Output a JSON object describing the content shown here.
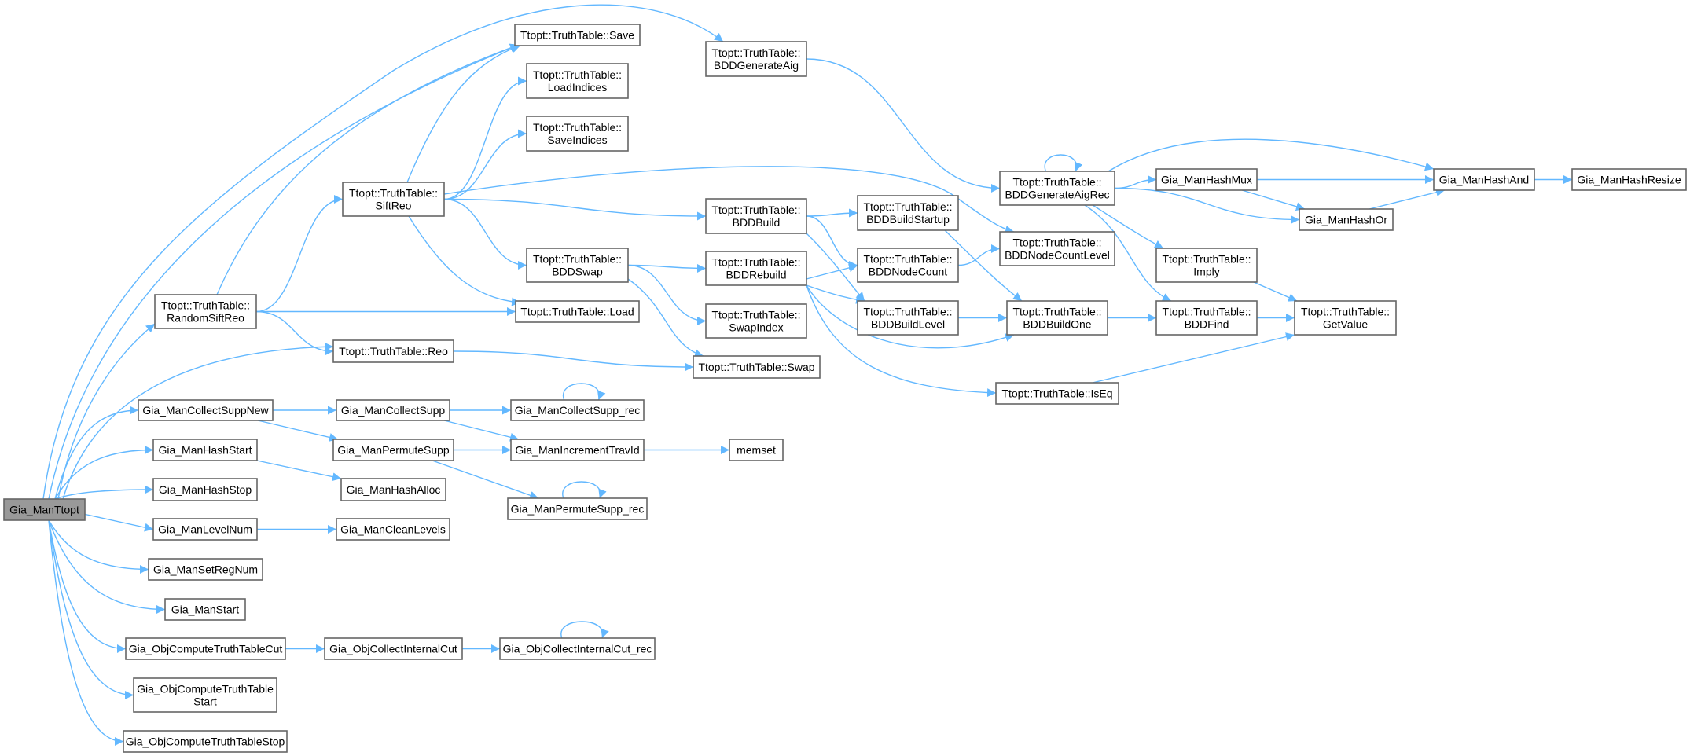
{
  "title": "Call graph of Gia_ManTtopt",
  "colors": {
    "edge": "#63b8ff",
    "node_border": "#666666",
    "root_fill": "#999999",
    "node_fill": "#ffffff"
  },
  "nodes": [
    {
      "id": "ttopt",
      "lines": [
        "Gia_ManTtopt"
      ],
      "root": true
    },
    {
      "id": "save",
      "lines": [
        "Ttopt::TruthTable::Save"
      ]
    },
    {
      "id": "genaig",
      "lines": [
        "Ttopt::TruthTable::",
        "BDDGenerateAig"
      ]
    },
    {
      "id": "loadidx",
      "lines": [
        "Ttopt::TruthTable::",
        "LoadIndices"
      ]
    },
    {
      "id": "saveidx",
      "lines": [
        "Ttopt::TruthTable::",
        "SaveIndices"
      ]
    },
    {
      "id": "siftreo",
      "lines": [
        "Ttopt::TruthTable::",
        "SiftReo"
      ]
    },
    {
      "id": "bddbuild",
      "lines": [
        "Ttopt::TruthTable::",
        "BDDBuild"
      ]
    },
    {
      "id": "bddswap",
      "lines": [
        "Ttopt::TruthTable::",
        "BDDSwap"
      ]
    },
    {
      "id": "rebuild",
      "lines": [
        "Ttopt::TruthTable::",
        "BDDRebuild"
      ]
    },
    {
      "id": "randsift",
      "lines": [
        "Ttopt::TruthTable::",
        "RandomSiftReo"
      ]
    },
    {
      "id": "load",
      "lines": [
        "Ttopt::TruthTable::Load"
      ]
    },
    {
      "id": "swapidx",
      "lines": [
        "Ttopt::TruthTable::",
        "SwapIndex"
      ]
    },
    {
      "id": "reo",
      "lines": [
        "Ttopt::TruthTable::Reo"
      ]
    },
    {
      "id": "swap",
      "lines": [
        "Ttopt::TruthTable::Swap"
      ]
    },
    {
      "id": "genaigrec",
      "lines": [
        "Ttopt::TruthTable::",
        "BDDGenerateAigRec"
      ]
    },
    {
      "id": "hashmux",
      "lines": [
        "Gia_ManHashMux"
      ]
    },
    {
      "id": "hashand",
      "lines": [
        "Gia_ManHashAnd"
      ]
    },
    {
      "id": "hashresize",
      "lines": [
        "Gia_ManHashResize"
      ]
    },
    {
      "id": "hashor",
      "lines": [
        "Gia_ManHashOr"
      ]
    },
    {
      "id": "buildstartup",
      "lines": [
        "Ttopt::TruthTable::",
        "BDDBuildStartup"
      ]
    },
    {
      "id": "nodecountlevel",
      "lines": [
        "Ttopt::TruthTable::",
        "BDDNodeCountLevel"
      ]
    },
    {
      "id": "nodecount",
      "lines": [
        "Ttopt::TruthTable::",
        "BDDNodeCount"
      ]
    },
    {
      "id": "imply",
      "lines": [
        "Ttopt::TruthTable::",
        "Imply"
      ]
    },
    {
      "id": "buildlevel",
      "lines": [
        "Ttopt::TruthTable::",
        "BDDBuildLevel"
      ]
    },
    {
      "id": "buildone",
      "lines": [
        "Ttopt::TruthTable::",
        "BDDBuildOne"
      ]
    },
    {
      "id": "bddfind",
      "lines": [
        "Ttopt::TruthTable::",
        "BDDFind"
      ]
    },
    {
      "id": "getvalue",
      "lines": [
        "Ttopt::TruthTable::",
        "GetValue"
      ]
    },
    {
      "id": "iseq",
      "lines": [
        "Ttopt::TruthTable::IsEq"
      ]
    },
    {
      "id": "collsuppnew",
      "lines": [
        "Gia_ManCollectSuppNew"
      ]
    },
    {
      "id": "collsupp",
      "lines": [
        "Gia_ManCollectSupp"
      ]
    },
    {
      "id": "collsupprec",
      "lines": [
        "Gia_ManCollectSupp_rec"
      ]
    },
    {
      "id": "hashstart",
      "lines": [
        "Gia_ManHashStart"
      ]
    },
    {
      "id": "permsupp",
      "lines": [
        "Gia_ManPermuteSupp"
      ]
    },
    {
      "id": "travid",
      "lines": [
        "Gia_ManIncrementTravId"
      ]
    },
    {
      "id": "memset",
      "lines": [
        "memset"
      ]
    },
    {
      "id": "hashstop",
      "lines": [
        "Gia_ManHashStop"
      ]
    },
    {
      "id": "hashalloc",
      "lines": [
        "Gia_ManHashAlloc"
      ]
    },
    {
      "id": "permsupprec",
      "lines": [
        "Gia_ManPermuteSupp_rec"
      ]
    },
    {
      "id": "levelnum",
      "lines": [
        "Gia_ManLevelNum"
      ]
    },
    {
      "id": "cleanlevels",
      "lines": [
        "Gia_ManCleanLevels"
      ]
    },
    {
      "id": "setregnum",
      "lines": [
        "Gia_ManSetRegNum"
      ]
    },
    {
      "id": "manstart",
      "lines": [
        "Gia_ManStart"
      ]
    },
    {
      "id": "ttcut",
      "lines": [
        "Gia_ObjComputeTruthTableCut"
      ]
    },
    {
      "id": "intcut",
      "lines": [
        "Gia_ObjCollectInternalCut"
      ]
    },
    {
      "id": "intcutrec",
      "lines": [
        "Gia_ObjCollectInternalCut_rec"
      ]
    },
    {
      "id": "ttstart",
      "lines": [
        "Gia_ObjComputeTruthTable",
        "Start"
      ]
    },
    {
      "id": "ttstop",
      "lines": [
        "Gia_ObjComputeTruthTableStop"
      ]
    }
  ],
  "edges": [
    [
      "ttopt",
      "genaig"
    ],
    [
      "ttopt",
      "save"
    ],
    [
      "ttopt",
      "randsift"
    ],
    [
      "ttopt",
      "reo"
    ],
    [
      "ttopt",
      "collsuppnew"
    ],
    [
      "ttopt",
      "hashstart"
    ],
    [
      "ttopt",
      "hashstop"
    ],
    [
      "ttopt",
      "levelnum"
    ],
    [
      "ttopt",
      "setregnum"
    ],
    [
      "ttopt",
      "manstart"
    ],
    [
      "ttopt",
      "ttcut"
    ],
    [
      "ttopt",
      "ttstart"
    ],
    [
      "ttopt",
      "ttstop"
    ],
    [
      "randsift",
      "save"
    ],
    [
      "randsift",
      "siftreo"
    ],
    [
      "randsift",
      "load"
    ],
    [
      "randsift",
      "reo"
    ],
    [
      "siftreo",
      "save"
    ],
    [
      "siftreo",
      "loadidx"
    ],
    [
      "siftreo",
      "saveidx"
    ],
    [
      "siftreo",
      "nodecountlevel"
    ],
    [
      "siftreo",
      "bddbuild"
    ],
    [
      "siftreo",
      "bddswap"
    ],
    [
      "siftreo",
      "load"
    ],
    [
      "genaig",
      "genaigrec"
    ],
    [
      "genaigrec",
      "genaigrec"
    ],
    [
      "genaigrec",
      "hashand"
    ],
    [
      "genaigrec",
      "hashmux"
    ],
    [
      "genaigrec",
      "hashor"
    ],
    [
      "genaigrec",
      "imply"
    ],
    [
      "genaigrec",
      "bddfind"
    ],
    [
      "hashmux",
      "hashand"
    ],
    [
      "hashmux",
      "hashor"
    ],
    [
      "hashor",
      "hashand"
    ],
    [
      "hashand",
      "hashresize"
    ],
    [
      "bddbuild",
      "buildstartup"
    ],
    [
      "bddbuild",
      "nodecount"
    ],
    [
      "bddbuild",
      "buildlevel"
    ],
    [
      "buildstartup",
      "buildone"
    ],
    [
      "nodecount",
      "nodecountlevel"
    ],
    [
      "bddswap",
      "rebuild"
    ],
    [
      "bddswap",
      "swapidx"
    ],
    [
      "bddswap",
      "swap"
    ],
    [
      "rebuild",
      "nodecount"
    ],
    [
      "rebuild",
      "buildlevel"
    ],
    [
      "rebuild",
      "buildone"
    ],
    [
      "rebuild",
      "iseq"
    ],
    [
      "buildlevel",
      "buildone"
    ],
    [
      "buildone",
      "bddfind"
    ],
    [
      "bddfind",
      "getvalue"
    ],
    [
      "imply",
      "getvalue"
    ],
    [
      "iseq",
      "getvalue"
    ],
    [
      "reo",
      "swap"
    ],
    [
      "collsuppnew",
      "collsupp"
    ],
    [
      "collsuppnew",
      "permsupp"
    ],
    [
      "collsupp",
      "collsupprec"
    ],
    [
      "collsupp",
      "travid"
    ],
    [
      "collsupprec",
      "collsupprec"
    ],
    [
      "permsupp",
      "travid"
    ],
    [
      "permsupp",
      "permsupprec"
    ],
    [
      "permsupprec",
      "permsupprec"
    ],
    [
      "travid",
      "memset"
    ],
    [
      "hashstart",
      "hashalloc"
    ],
    [
      "levelnum",
      "cleanlevels"
    ],
    [
      "ttcut",
      "intcut"
    ],
    [
      "intcut",
      "intcutrec"
    ],
    [
      "intcutrec",
      "intcutrec"
    ]
  ]
}
